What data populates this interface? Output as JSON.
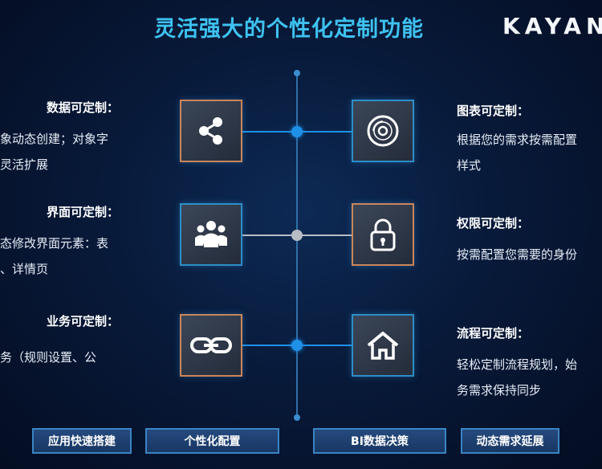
{
  "title": "灵活强大的个性化定制功能",
  "logo_text": "KAYAN",
  "features": {
    "data": {
      "heading": "数据可定制：",
      "lines": [
        "象动态创建；对象字",
        "灵活扩展"
      ],
      "icon": "share-icon"
    },
    "ui": {
      "heading": "界面可定制：",
      "lines": [
        "态修改界面元素：表",
        "、详情页"
      ],
      "icon": "group-icon"
    },
    "business": {
      "heading": "业务可定制：",
      "lines": [
        "务（规则设置、公"
      ],
      "icon": "link-icon"
    },
    "chart": {
      "heading": "图表可定制：",
      "lines": [
        "根据您的需求按需配置",
        "样式"
      ],
      "icon": "disc-icon"
    },
    "permission": {
      "heading": "权限可定制：",
      "lines": [
        "按需配置您需要的身份"
      ],
      "icon": "lock-icon"
    },
    "process": {
      "heading": "流程可定制：",
      "lines": [
        "轻松定制流程规划，始",
        "务需求保持同步"
      ],
      "icon": "home-icon"
    }
  },
  "buttons": [
    "应用快速搭建",
    "个性化配置",
    "BI数据决策",
    "动态需求延展"
  ],
  "colors": {
    "title": "#3ec2f0",
    "accent_blue": "#1e90e8",
    "accent_gray": "#b8bcc4",
    "box_border_orange": "#c9865a",
    "box_border_blue": "#2c8ec8"
  }
}
